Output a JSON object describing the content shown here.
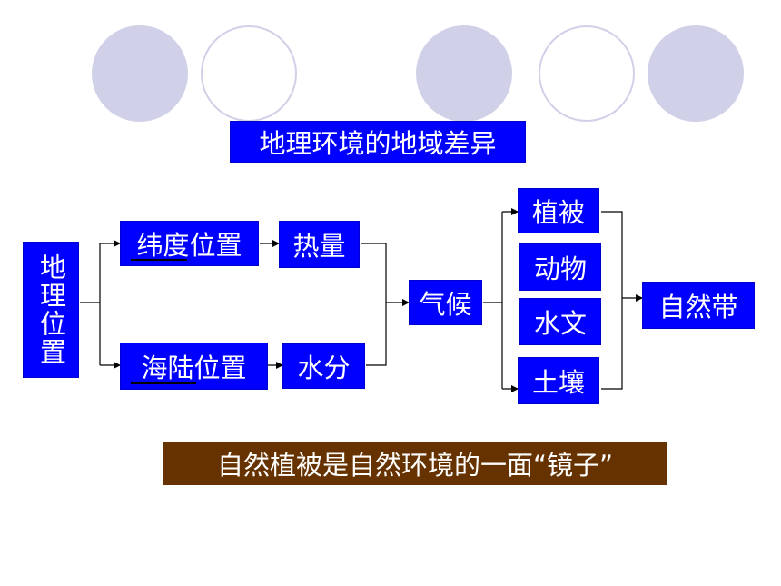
{
  "title": "地理环境的地域差异",
  "nodes": {
    "location": "地理位置",
    "latitude": "纬度位置",
    "land_sea": "海陆位置",
    "heat": "热量",
    "water": "水分",
    "climate": "气候",
    "vegetation": "植被",
    "animals": "动物",
    "hydrology": "水文",
    "soil": "土壤",
    "natural_zone": "自然带"
  },
  "caption": "自然植被是自然环境的一面“镜子”",
  "colors": {
    "node_fill": "#0000ff",
    "node_text": "#ffffff",
    "caption_fill": "#663300",
    "circle": "#d0d0e8"
  }
}
